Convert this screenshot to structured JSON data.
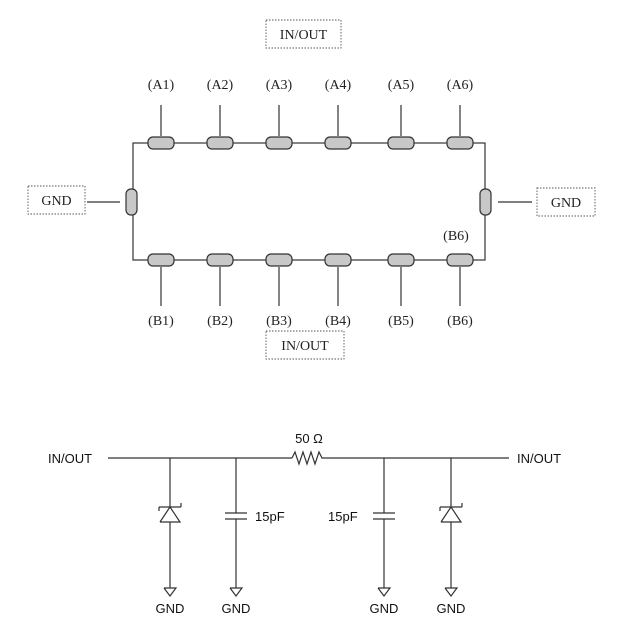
{
  "package": {
    "top_label": "IN/OUT",
    "bottom_label": "IN/OUT",
    "left_label": "GND",
    "right_label": "GND",
    "top_pins": [
      "(A1)",
      "(A2)",
      "(A3)",
      "(A4)",
      "(A5)",
      "(A6)"
    ],
    "bottom_pins": [
      "(B1)",
      "(B2)",
      "(B3)",
      "(B4)",
      "(B5)",
      "(B6)"
    ],
    "inner_pin_label": "(B6)"
  },
  "circuit": {
    "left_port": "IN/OUT",
    "right_port": "IN/OUT",
    "resistor_label": "50 Ω",
    "cap_left_label": "15pF",
    "cap_right_label": "15pF",
    "gnd_labels": [
      "GND",
      "GND",
      "GND",
      "GND"
    ]
  }
}
